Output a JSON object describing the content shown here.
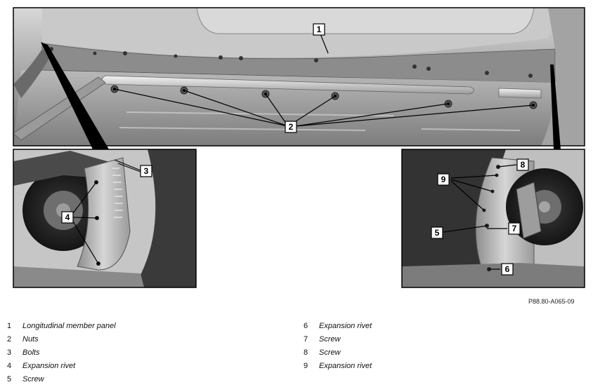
{
  "figure_ref": "P88.80-A065-09",
  "callouts": [
    "1",
    "2",
    "3",
    "4",
    "5",
    "6",
    "7",
    "8",
    "9"
  ],
  "legend": [
    {
      "num": "1",
      "label": "Longitudinal member panel"
    },
    {
      "num": "2",
      "label": "Nuts"
    },
    {
      "num": "3",
      "label": "Bolts"
    },
    {
      "num": "4",
      "label": "Expansion rivet"
    },
    {
      "num": "5",
      "label": "Screw"
    },
    {
      "num": "6",
      "label": "Expansion rivet"
    },
    {
      "num": "7",
      "label": "Screw"
    },
    {
      "num": "8",
      "label": "Screw"
    },
    {
      "num": "9",
      "label": "Expansion rivet"
    }
  ]
}
